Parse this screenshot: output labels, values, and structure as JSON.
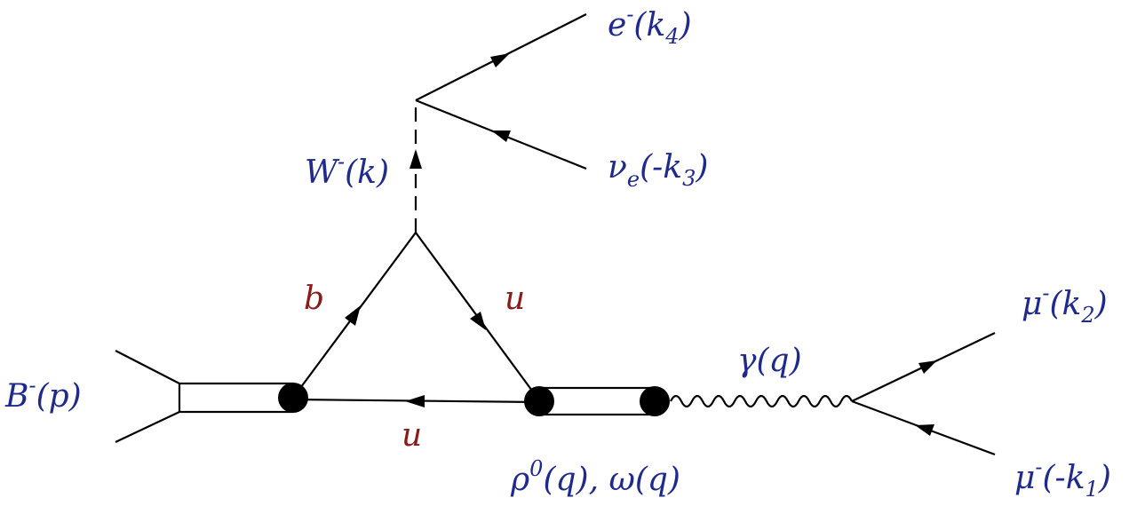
{
  "labels": {
    "b_meson": {
      "main": "B",
      "sup": "-",
      "rest": "(p)"
    },
    "w_boson": {
      "main": "W",
      "sup": "-",
      "rest": "(k)"
    },
    "electron": {
      "main": "e",
      "sup": "-",
      "rest": "(k",
      "sub": "4",
      "close": ")"
    },
    "neutrino": {
      "main": "ν",
      "sub": "e",
      "rest": "(-k",
      "sub2": "3",
      "close": ")"
    },
    "quark_b": "b",
    "quark_u_right": "u",
    "quark_u_bottom": "u",
    "photon": "γ(q)",
    "vector_mesons": {
      "rho": "ρ",
      "rho_sup": "0",
      "rest": "(q), ω(q)"
    },
    "muon_out": {
      "main": "μ",
      "sup": "-",
      "rest": "(k",
      "sub": "2",
      "close": ")"
    },
    "muon_in": {
      "main": "μ",
      "sup": "-",
      "rest": "(-k",
      "sub": "1",
      "close": ")"
    }
  },
  "colors": {
    "particle_label": "#1f2a8c",
    "quark_label": "#8b1a1a",
    "lines": "#000000"
  }
}
